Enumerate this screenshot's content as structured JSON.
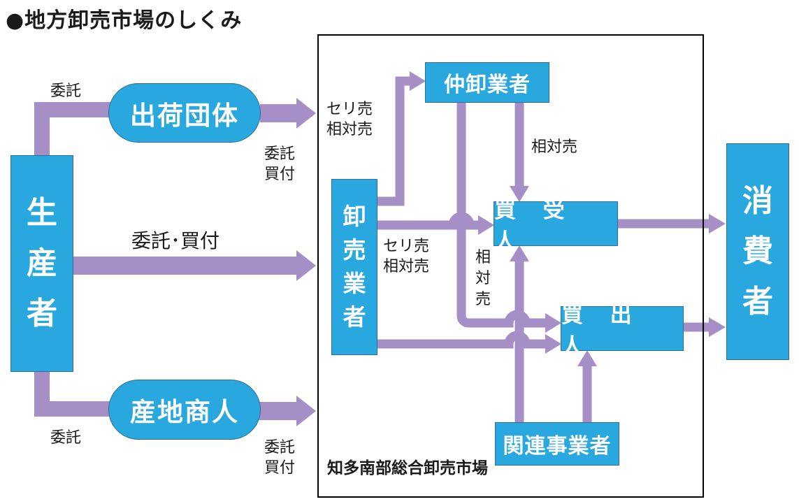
{
  "title": "●地方卸売市場のしくみ",
  "colors": {
    "arrow": "#a68fc6",
    "box_fill": "#29a8df",
    "box_border": "#2d6f95",
    "frame": "#000000"
  },
  "nodes": {
    "producer": [
      "生",
      "産",
      "者"
    ],
    "shipping_group": "出荷団体",
    "local_merchant": "産地商人",
    "wholesaler": [
      "卸",
      "売",
      "業",
      "者"
    ],
    "intermediate_wholesaler": "仲卸業者",
    "buyer": "買 受 人",
    "purchaser": "買 出 人",
    "related_business": "関連事業者",
    "consumer": [
      "消",
      "費",
      "者"
    ]
  },
  "market_name": "知多南部総合卸売市場",
  "edge_labels": {
    "consign_top": "委託",
    "consign_bottom": "委託",
    "consign_buy_middle": "委託･買付",
    "consign_buy_top": [
      "委託",
      "買付"
    ],
    "consign_buy_bottom": [
      "委託",
      "買付"
    ],
    "auction_negotiated_top": [
      "セリ売",
      "相対売"
    ],
    "auction_negotiated_middle": [
      "セリ売",
      "相対売"
    ],
    "negotiated_right": "相対売",
    "negotiated_vertical": [
      "相",
      "対",
      "売"
    ]
  }
}
